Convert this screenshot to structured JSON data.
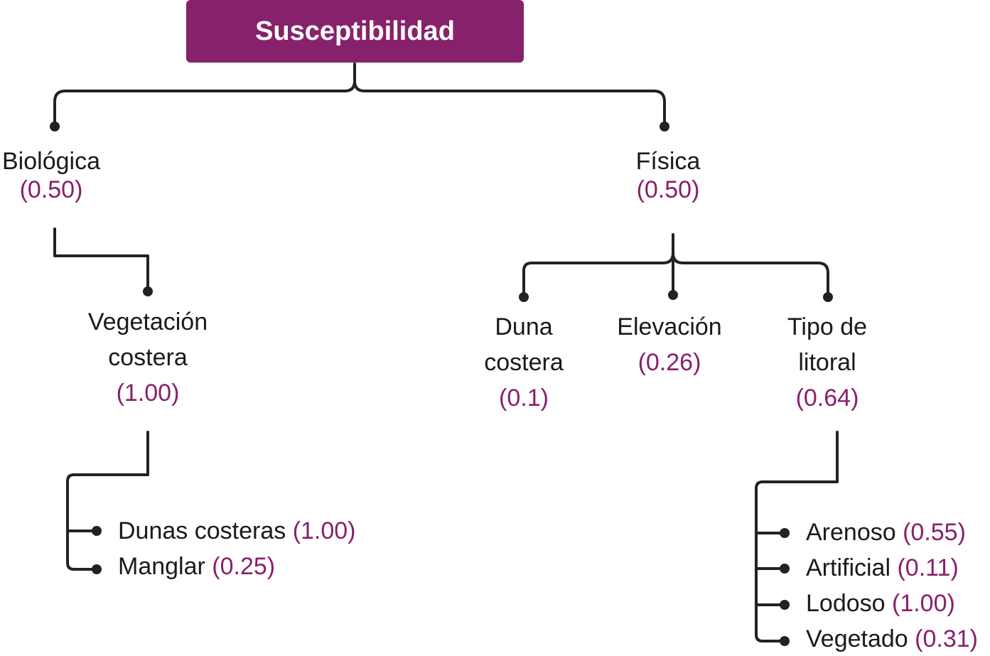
{
  "colors": {
    "accent": "#87216b",
    "text": "#1a1a1a",
    "line": "#222222"
  },
  "root": {
    "label": "Susceptibilidad"
  },
  "biologica": {
    "label": "Biológica",
    "weight": "(0.50)",
    "vegetacion": {
      "label_line1": "Vegetación",
      "label_line2": "costera",
      "weight": "(1.00)",
      "items": [
        {
          "label": "Dunas costeras",
          "weight": "(1.00)"
        },
        {
          "label": "Manglar",
          "weight": "(0.25)"
        }
      ]
    }
  },
  "fisica": {
    "label": "Física",
    "weight": "(0.50)",
    "duna": {
      "label_line1": "Duna",
      "label_line2": "costera",
      "weight": "(0.1)"
    },
    "elevacion": {
      "label": "Elevación",
      "weight": "(0.26)"
    },
    "litoral": {
      "label_line1": "Tipo de",
      "label_line2": "litoral",
      "weight": "(0.64)",
      "items": [
        {
          "label": "Arenoso",
          "weight": "(0.55)"
        },
        {
          "label": "Artificial",
          "weight": "(0.11)"
        },
        {
          "label": "Lodoso",
          "weight": "(1.00)"
        },
        {
          "label": "Vegetado",
          "weight": "(0.31)"
        }
      ]
    }
  }
}
